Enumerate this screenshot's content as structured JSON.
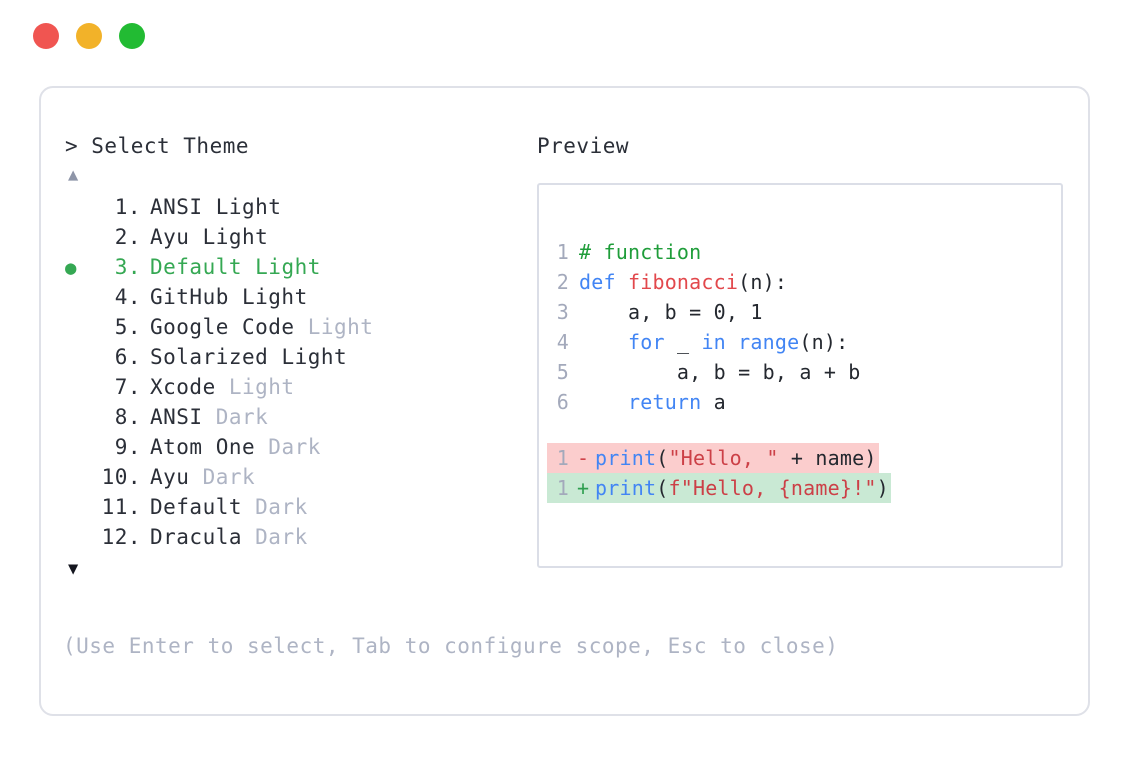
{
  "window": {
    "dots": [
      {
        "name": "close-dot",
        "color": "#f05551"
      },
      {
        "name": "minimize-dot",
        "color": "#f2b229"
      },
      {
        "name": "maximize-dot",
        "color": "#22bb33"
      }
    ]
  },
  "selector": {
    "prompt": "> Select Theme",
    "scroll_up_indicator": "▲",
    "scroll_down_indicator": "▼",
    "selected_bullet": "●",
    "selected_index": 3,
    "accent_color": "#35a853",
    "muted_color": "#aeb4c4",
    "items": [
      {
        "num": "1.",
        "name": "ANSI",
        "variant": "Light",
        "variant_muted": false,
        "selected": false
      },
      {
        "num": "2.",
        "name": "Ayu",
        "variant": "Light",
        "variant_muted": false,
        "selected": false
      },
      {
        "num": "3.",
        "name": "Default",
        "variant": "Light",
        "variant_muted": false,
        "selected": true
      },
      {
        "num": "4.",
        "name": "GitHub",
        "variant": "Light",
        "variant_muted": false,
        "selected": false
      },
      {
        "num": "5.",
        "name": "Google Code",
        "variant": "Light",
        "variant_muted": true,
        "selected": false
      },
      {
        "num": "6.",
        "name": "Solarized",
        "variant": "Light",
        "variant_muted": false,
        "selected": false
      },
      {
        "num": "7.",
        "name": "Xcode",
        "variant": "Light",
        "variant_muted": true,
        "selected": false
      },
      {
        "num": "8.",
        "name": "ANSI",
        "variant": "Dark",
        "variant_muted": true,
        "selected": false
      },
      {
        "num": "9.",
        "name": "Atom One",
        "variant": "Dark",
        "variant_muted": true,
        "selected": false
      },
      {
        "num": "10.",
        "name": "Ayu",
        "variant": "Dark",
        "variant_muted": true,
        "selected": false
      },
      {
        "num": "11.",
        "name": "Default",
        "variant": "Dark",
        "variant_muted": true,
        "selected": false
      },
      {
        "num": "12.",
        "name": "Dracula",
        "variant": "Dark",
        "variant_muted": true,
        "selected": false
      }
    ]
  },
  "preview": {
    "label": "Preview",
    "code_lines": [
      {
        "ln": "1",
        "tokens": [
          {
            "t": "# function",
            "c": "comment"
          }
        ]
      },
      {
        "ln": "2",
        "tokens": [
          {
            "t": "def ",
            "c": "kw"
          },
          {
            "t": "fibonacci",
            "c": "fn"
          },
          {
            "t": "(n):",
            "c": "plain"
          }
        ]
      },
      {
        "ln": "3",
        "tokens": [
          {
            "t": "    a, b = 0, 1",
            "c": "plain"
          }
        ]
      },
      {
        "ln": "4",
        "tokens": [
          {
            "t": "    ",
            "c": "plain"
          },
          {
            "t": "for",
            "c": "kw"
          },
          {
            "t": " _ ",
            "c": "plain"
          },
          {
            "t": "in range",
            "c": "kw"
          },
          {
            "t": "(n):",
            "c": "plain"
          }
        ]
      },
      {
        "ln": "5",
        "tokens": [
          {
            "t": "        a, b = b, a + b",
            "c": "plain"
          }
        ]
      },
      {
        "ln": "6",
        "tokens": [
          {
            "t": "    ",
            "c": "plain"
          },
          {
            "t": "return",
            "c": "kw"
          },
          {
            "t": " a",
            "c": "plain"
          }
        ]
      }
    ],
    "diff_lines": [
      {
        "ln": "1",
        "sign": "-",
        "kind": "removed",
        "tokens": [
          {
            "t": "print",
            "c": "builtin"
          },
          {
            "t": "(",
            "c": "plain"
          },
          {
            "t": "\"Hello, \"",
            "c": "str"
          },
          {
            "t": " + name)",
            "c": "plain"
          }
        ]
      },
      {
        "ln": "1",
        "sign": "+",
        "kind": "added",
        "tokens": [
          {
            "t": "print",
            "c": "builtin"
          },
          {
            "t": "(",
            "c": "plain"
          },
          {
            "t": "f\"Hello, {name}!\"",
            "c": "str"
          },
          {
            "t": ")",
            "c": "plain"
          }
        ]
      }
    ]
  },
  "footer": {
    "hint": "(Use Enter to select, Tab to configure scope, Esc to close)"
  }
}
